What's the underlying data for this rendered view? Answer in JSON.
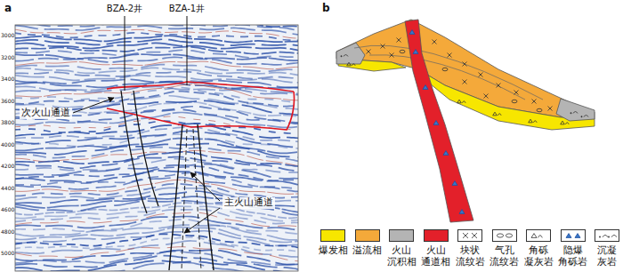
{
  "diagram": {
    "labels": [
      "a",
      "BZA-2井",
      "BZA-1井",
      "次火山通道",
      "主火山通道",
      "3000",
      "3200",
      "3400",
      "3600",
      "3800",
      "4000",
      "4200",
      "4400",
      "4600",
      "4800",
      "5000",
      "b"
    ],
    "legend": [
      {
        "text": "爆发相",
        "color": "#f7e600"
      },
      {
        "text": "溢流相",
        "color": "#f4a93a"
      },
      {
        "text": "火山 沉积相",
        "color": "#b4b4b4"
      },
      {
        "text": "火山 通道相",
        "color": "#e3202a"
      },
      {
        "text": "块状 流纹岩"
      },
      {
        "text": "气孔 流纹岩"
      },
      {
        "text": "角砾 凝灰岩"
      },
      {
        "text": "隐爆 角砾岩"
      },
      {
        "text": "沉凝 灰岩"
      }
    ]
  }
}
